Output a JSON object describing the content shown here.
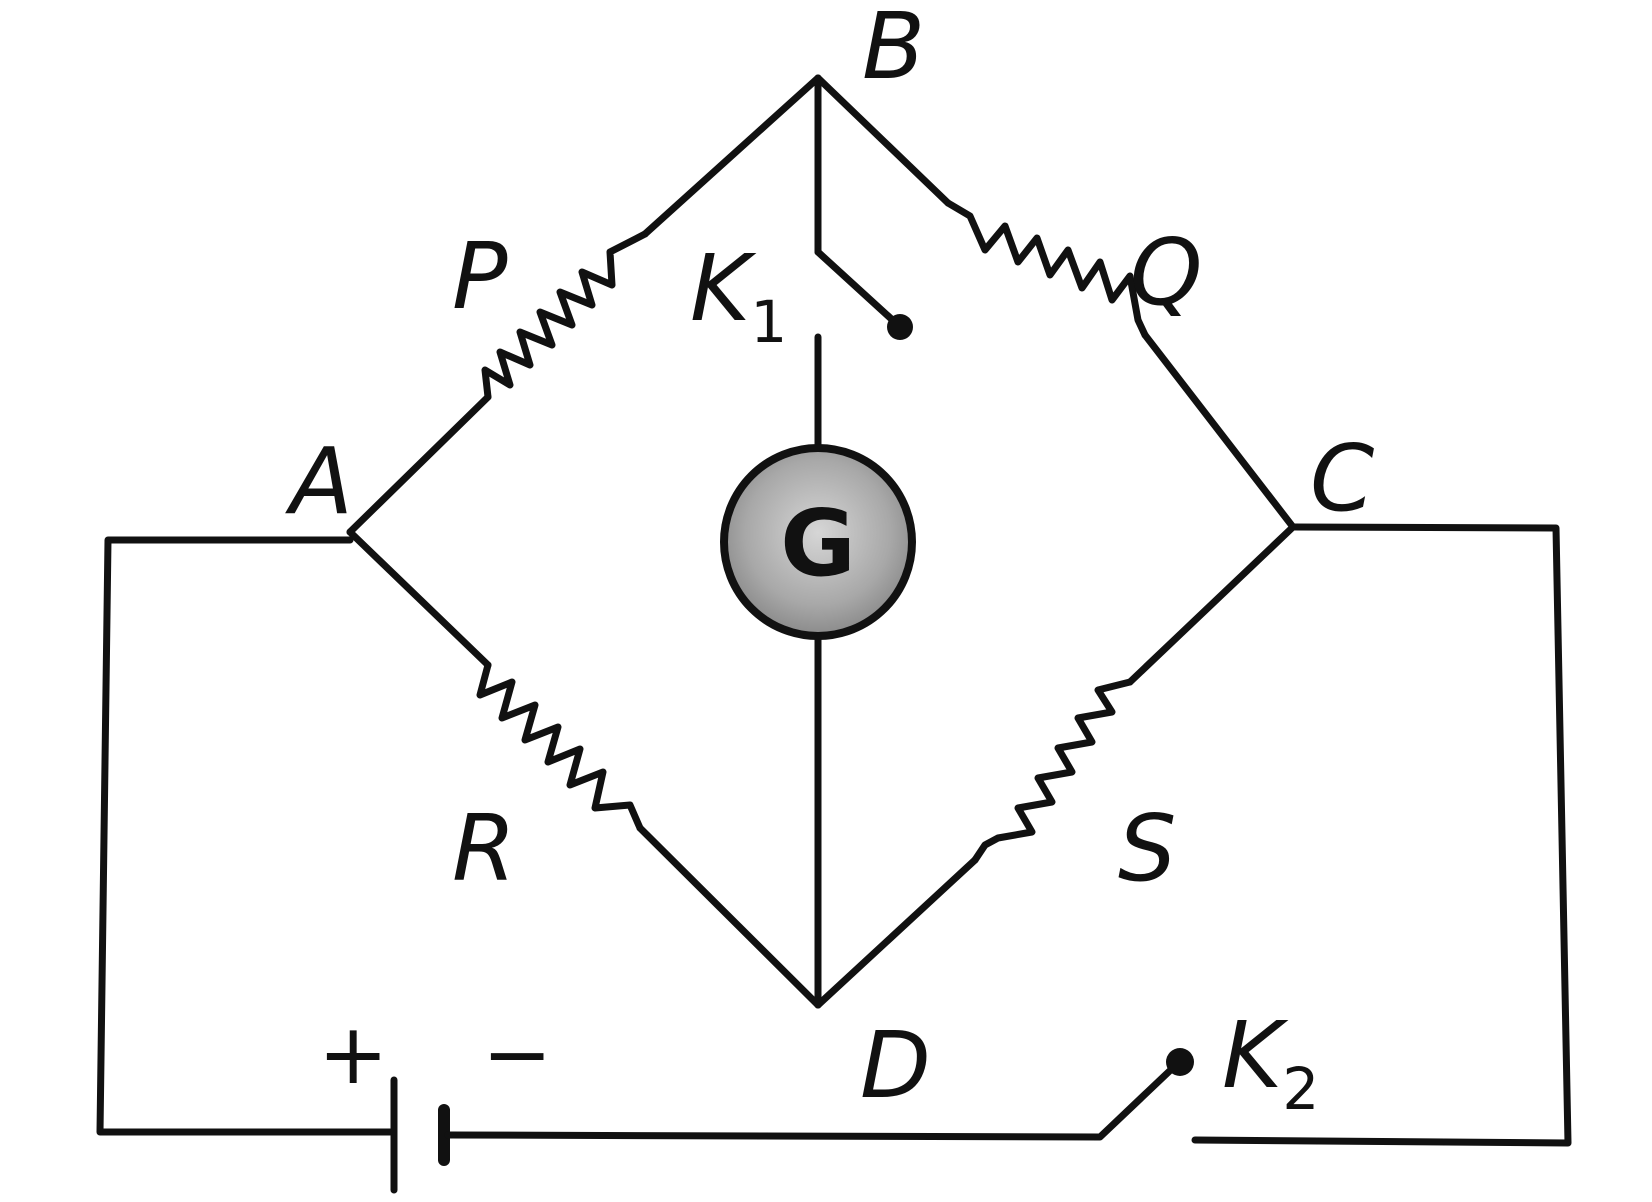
{
  "diagram": {
    "nodes": {
      "A": "A",
      "B": "B",
      "C": "C",
      "D": "D"
    },
    "resistors": {
      "P": "P",
      "Q": "Q",
      "R": "R",
      "S": "S"
    },
    "galvanometer": "G",
    "key1": {
      "letter": "K",
      "subscript": "1"
    },
    "key2": {
      "letter": "K",
      "subscript": "2"
    },
    "battery": {
      "positive": "+",
      "negative": "−"
    },
    "colors": {
      "line": "#111111",
      "galvanometer_fill": "#a8a8a8",
      "background": "#ffffff"
    }
  }
}
